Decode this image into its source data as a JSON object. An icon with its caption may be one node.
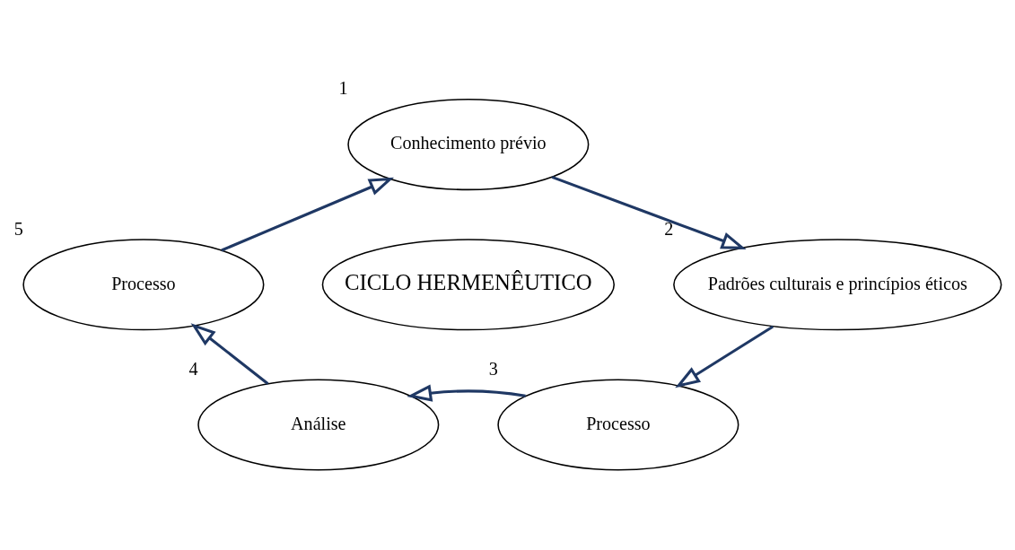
{
  "diagram": {
    "nodes": [
      {
        "text": [
          "Conhecimento prévio"
        ],
        "beside": [
          "1"
        ]
      },
      {
        "text": [
          "Padrões culturais e princípios éticos"
        ],
        "beside": [
          "2"
        ]
      },
      {
        "text": [
          "Processo"
        ],
        "beside": [
          "3"
        ]
      },
      {
        "text": [
          "Análise"
        ],
        "beside": [
          "4"
        ]
      },
      {
        "text": [
          "Processo"
        ],
        "beside": [
          "5"
        ]
      },
      {
        "text": [
          "CICLO HERMENÊUTICO"
        ]
      }
    ],
    "edges": [
      {
        "from": 0,
        "to": 1,
        "arrow": "to"
      },
      {
        "from": 1,
        "to": 2,
        "arrow": "to"
      },
      {
        "from": 2,
        "to": 3,
        "arrow": "to"
      },
      {
        "from": 3,
        "to": 4,
        "arrow": "to"
      },
      {
        "from": 4,
        "to": 0,
        "arrow": "to"
      }
    ]
  }
}
